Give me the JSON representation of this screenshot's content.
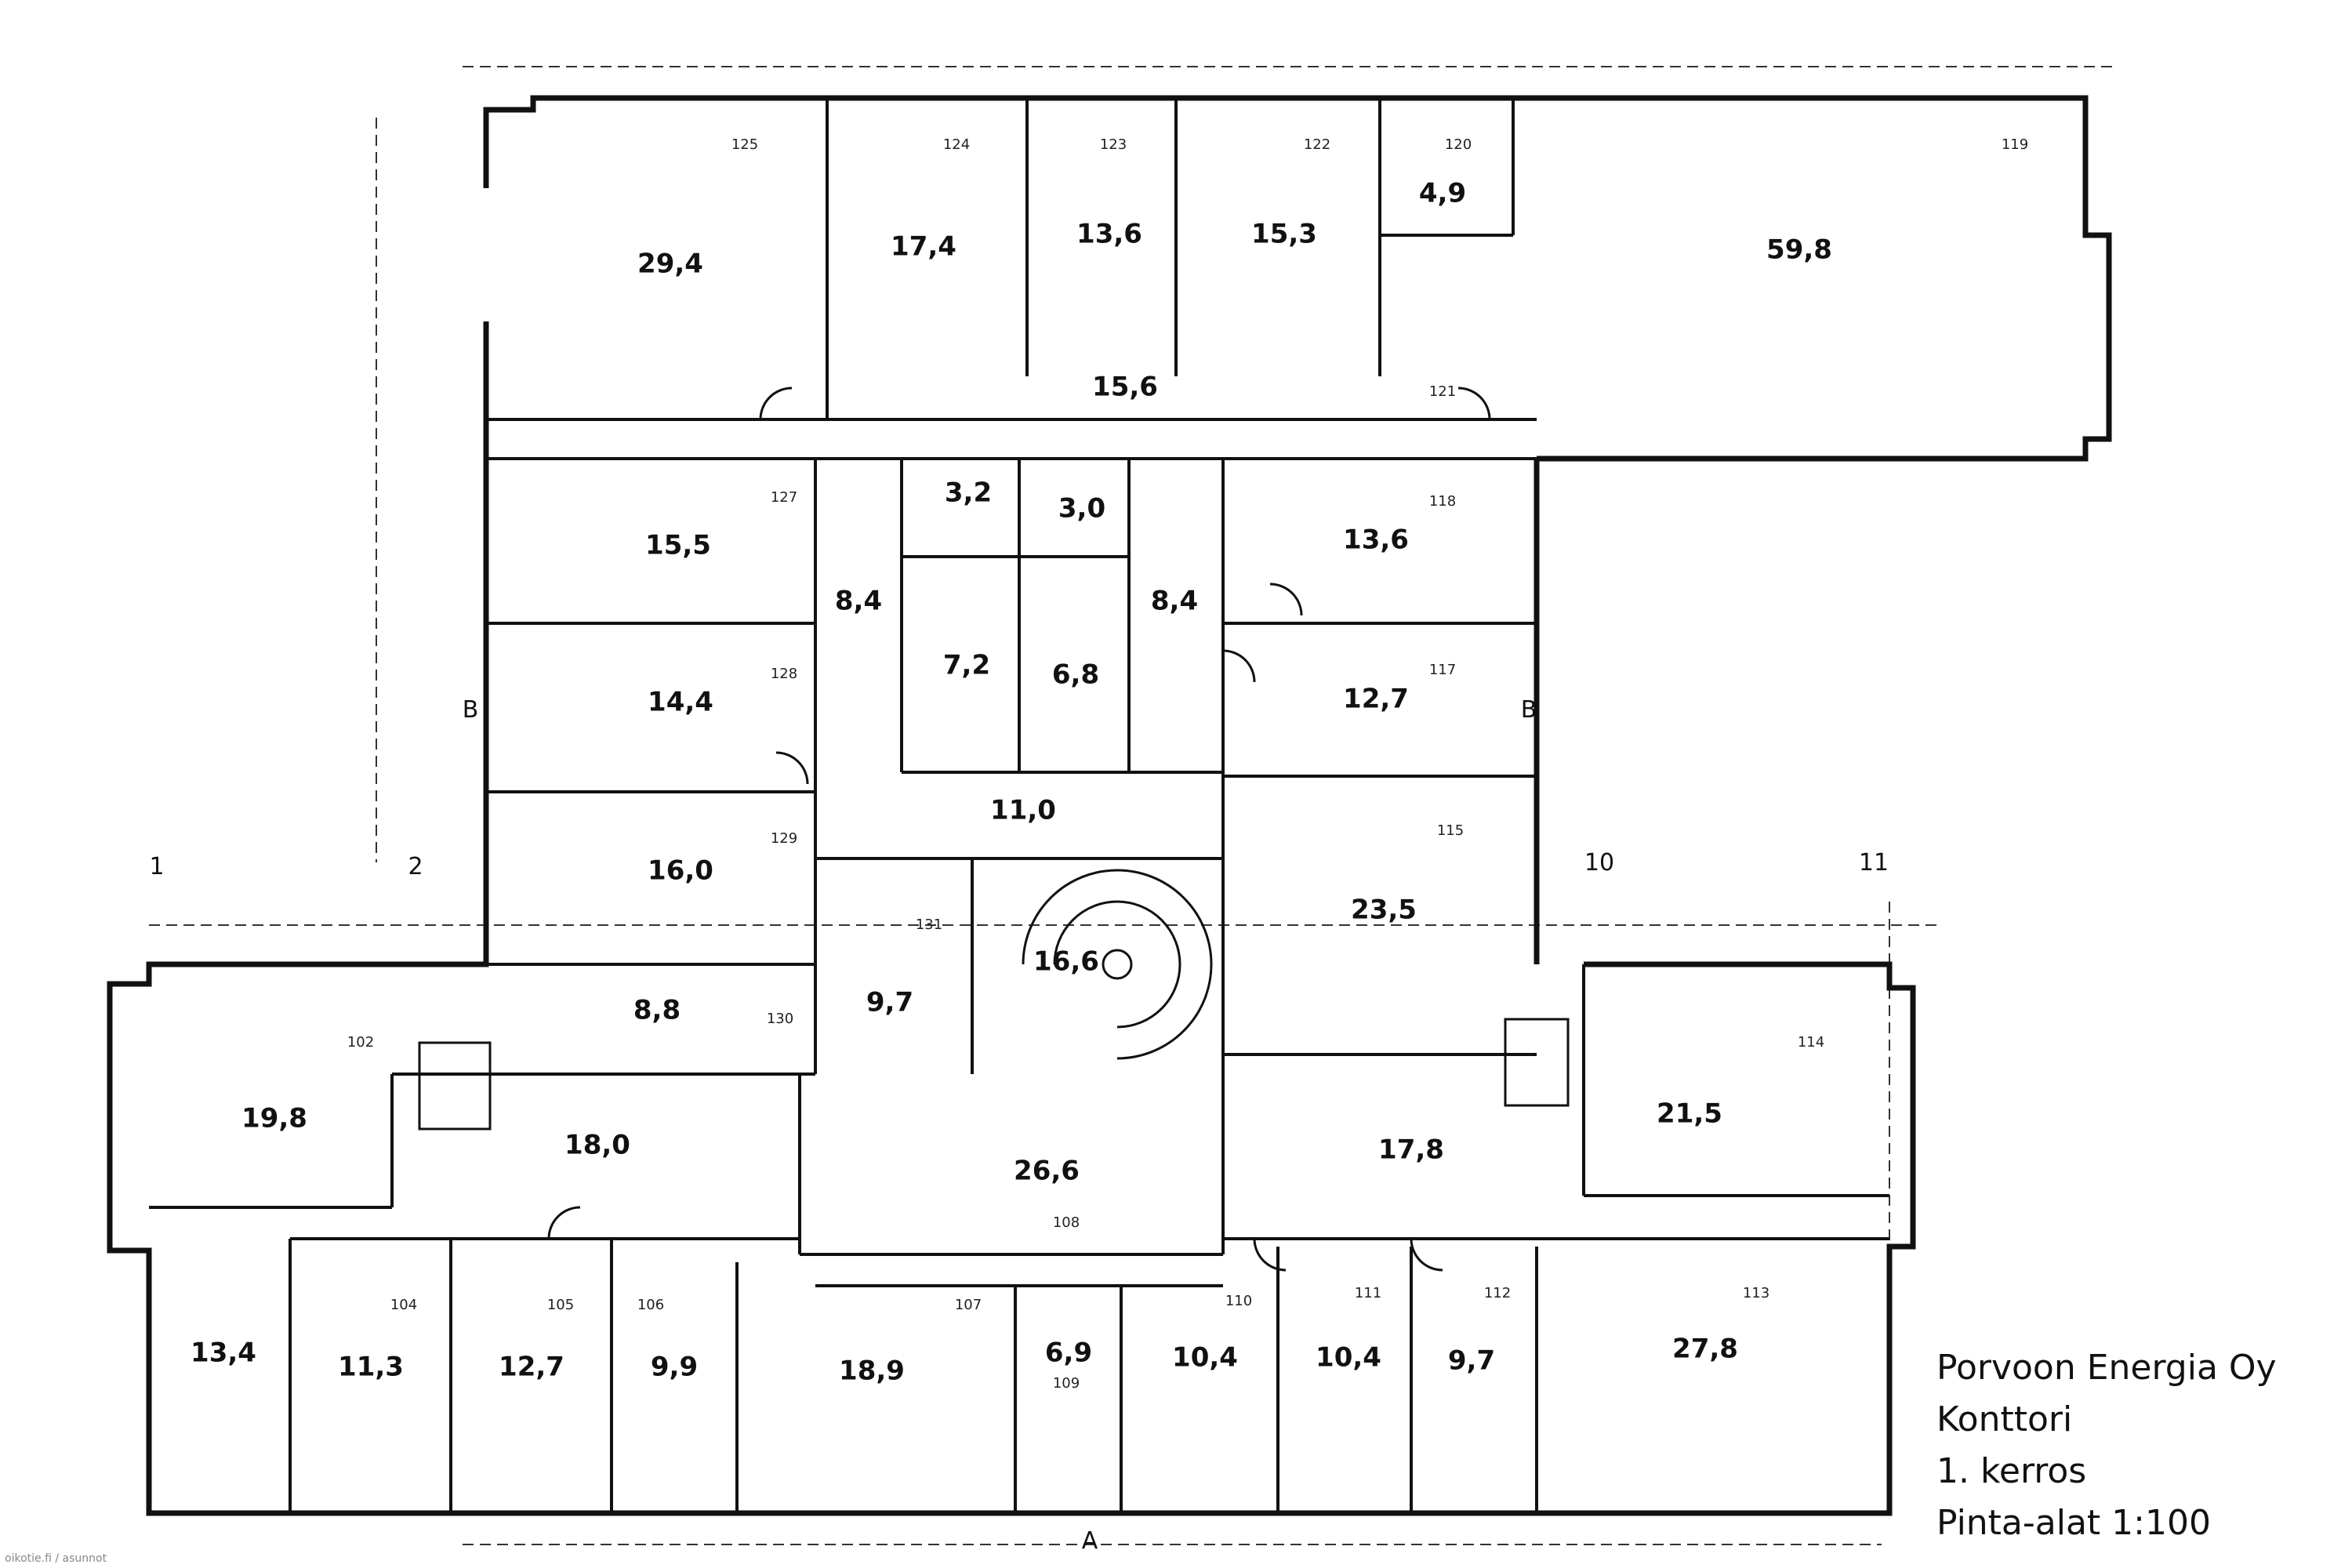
{
  "caption": {
    "line1": "Porvoon Energia Oy",
    "line2": "Konttori",
    "line3": "1. kerros",
    "line4": "Pinta-alat 1:100"
  },
  "watermark": "oikotie.fi / asunnot",
  "grid_labels": [
    "1",
    "2",
    "10",
    "11",
    "B",
    "B",
    "A"
  ],
  "rooms": [
    {
      "no": "125",
      "area": "29,4"
    },
    {
      "no": "124",
      "area": "17,4"
    },
    {
      "no": "123",
      "area": "13,6"
    },
    {
      "no": "122",
      "area": "15,3"
    },
    {
      "no": "120",
      "area": "4,9"
    },
    {
      "no": "119",
      "area": "59,8"
    },
    {
      "no": "121",
      "area": "15,6"
    },
    {
      "no": "127",
      "area": "15,5"
    },
    {
      "no": "",
      "area": "3,2"
    },
    {
      "no": "",
      "area": "3,0"
    },
    {
      "no": "118",
      "area": "13,6"
    },
    {
      "no": "",
      "area": "8,4"
    },
    {
      "no": "",
      "area": "8,4"
    },
    {
      "no": "128",
      "area": "14,4"
    },
    {
      "no": "",
      "area": "7,2"
    },
    {
      "no": "",
      "area": "6,8"
    },
    {
      "no": "117",
      "area": "12,7"
    },
    {
      "no": "",
      "area": "11,0"
    },
    {
      "no": "129",
      "area": "16,0"
    },
    {
      "no": "115",
      "area": "23,5"
    },
    {
      "no": "131",
      "area": "9,7"
    },
    {
      "no": "",
      "area": "16,6"
    },
    {
      "no": "130",
      "area": "8,8"
    },
    {
      "no": "102",
      "area": "19,8"
    },
    {
      "no": "",
      "area": "18,0"
    },
    {
      "no": "",
      "area": "17,8"
    },
    {
      "no": "114",
      "area": "21,5"
    },
    {
      "no": "108",
      "area": "26,6"
    },
    {
      "no": "",
      "area": "13,4"
    },
    {
      "no": "104",
      "area": "11,3"
    },
    {
      "no": "105",
      "area": "12,7"
    },
    {
      "no": "106",
      "area": "9,9"
    },
    {
      "no": "107",
      "area": "18,9"
    },
    {
      "no": "109",
      "area": "6,9"
    },
    {
      "no": "110",
      "area": "10,4"
    },
    {
      "no": "111",
      "area": "10,4"
    },
    {
      "no": "112",
      "area": "9,7"
    },
    {
      "no": "113",
      "area": "27,8"
    }
  ]
}
